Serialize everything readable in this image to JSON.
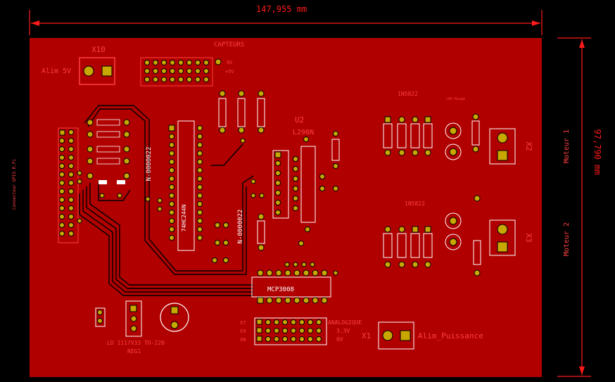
{
  "dimensions": {
    "width_label": "147,955 mm",
    "height_label": "97,790 mm"
  },
  "labels": {
    "x10": "X10",
    "alim5v": "Alim 5V",
    "capteurs": "CAPTEURS",
    "v3v": "0V",
    "v5v": "+5V",
    "u2": "U2",
    "l298n": "L298N",
    "n1": "N-0000022",
    "n2": "N-0000022",
    "ic_name": "74HC244N",
    "diodes1": "1N5822",
    "diodes2": "1N5822",
    "led_rouge": "LED Rouge",
    "moteur1": "Moteur 1",
    "moteur2": "Moteur 2",
    "x2": "X2",
    "x3": "X3",
    "gpio": "Connecteur GPIO R.Pi",
    "mcp": "MCP3008",
    "lm": "LD 1117V33 TO-220",
    "reg": "REG1",
    "analogique": "ANALOGIQUE",
    "v33": "3.3V",
    "v0": "0V",
    "x1": "X1",
    "alim_puissance": "Alim_Puissance",
    "x7": "X7",
    "x8": "X8",
    "x9": "X9"
  },
  "colors": {
    "board": "#b00000",
    "copper": "#c8a800",
    "silk": "#ffffff",
    "dim": "#ff0000",
    "track": "#000000"
  }
}
